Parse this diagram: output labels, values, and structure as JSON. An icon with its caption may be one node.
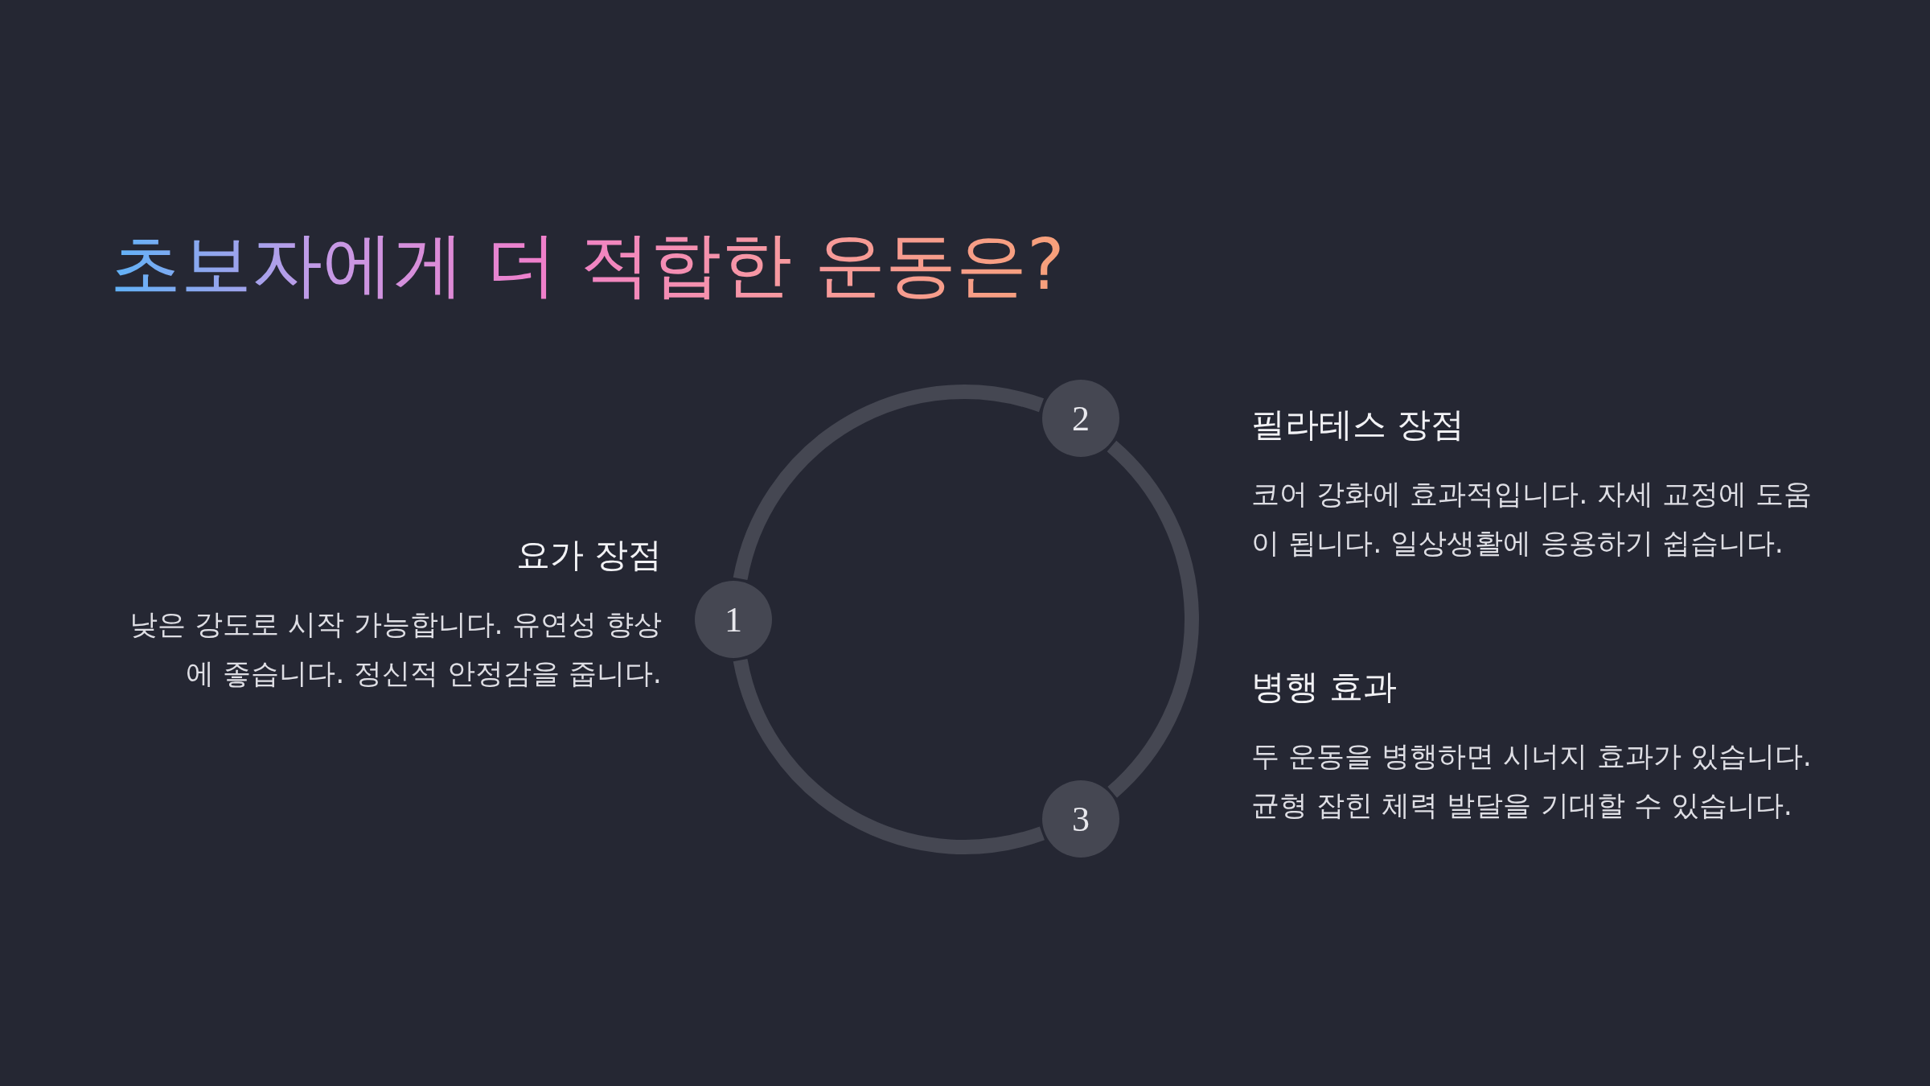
{
  "diagram": {
    "title": "초보자에게 더 적합한 운동은?",
    "nodes": [
      {
        "text": [
          "1"
        ],
        "beside": [
          "요가 장점",
          "낮은 강도로 시작 가능합니다. 유연성 향상에 좋습니다. 정신적 안정감을 줍니다."
        ]
      },
      {
        "text": [
          "2"
        ],
        "beside": [
          "필라테스 장점",
          "코어 강화에 효과적입니다. 자세 교정에 도움이 됩니다. 일상생활에 응용하기 쉽습니다."
        ]
      },
      {
        "text": [
          "3"
        ],
        "beside": [
          "병행 효과",
          "두 운동을 병행하면 시너지 효과가 있습니다. 균형 잡힌 체력 발달을 기대할 수 있습니다."
        ]
      }
    ],
    "edges": [
      {
        "from": 0,
        "to": 1,
        "arrow": "none"
      },
      {
        "from": 1,
        "to": 2,
        "arrow": "none"
      },
      {
        "from": 2,
        "to": 0,
        "arrow": "none"
      }
    ]
  }
}
